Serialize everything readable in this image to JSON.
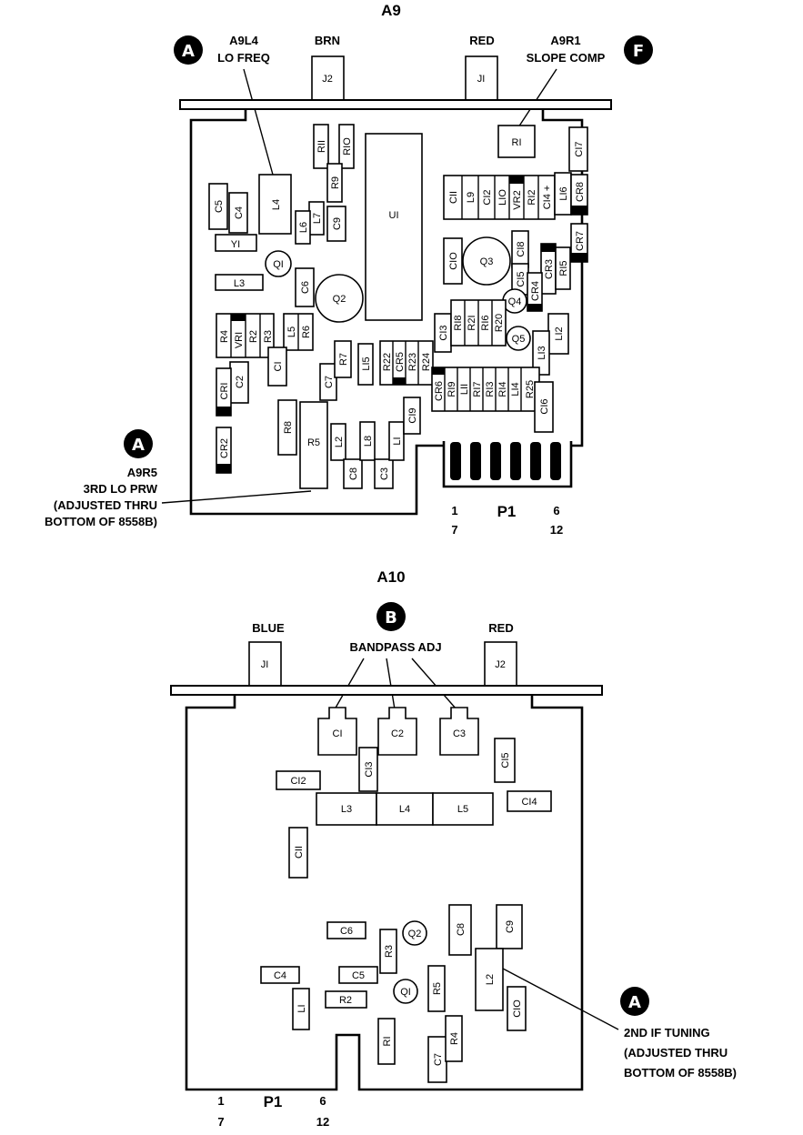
{
  "a9": {
    "title": "A9",
    "callouts": {
      "lo_freq": {
        "badge": "A",
        "line1": "A9L4",
        "line2": "LO FREQ"
      },
      "slope": {
        "badge": "F",
        "line1": "A9R1",
        "line2": "SLOPE COMP"
      },
      "prw": {
        "badge": "A",
        "line1": "A9R5",
        "line2": "3RD LO PRW",
        "line3": "(ADJUSTED THRU",
        "line4": "BOTTOM OF 8558B)"
      }
    },
    "cables": {
      "j2": "BRN",
      "j1": "RED"
    },
    "connectors": {
      "j2": "J2",
      "j1": "JI"
    },
    "components": {
      "R11": "RII",
      "R10": "RIO",
      "R9": "R9",
      "C9": "C9",
      "L7": "L7",
      "L6": "L6",
      "U1": "UI",
      "L4": "L4",
      "C5": "C5",
      "C4": "C4",
      "Y1": "YI",
      "Q1": "QI",
      "L3": "L3",
      "C6": "C6",
      "Q2": "Q2",
      "R1": "RI",
      "C17": "CI7",
      "C11": "CII",
      "L9": "L9",
      "C12": "CI2",
      "L10": "LIO",
      "VR2": "VR2",
      "R12": "RI2",
      "C14": "CI4 +",
      "L16": "LI6",
      "CR8": "CR8",
      "C10": "CIO",
      "Q3": "Q3",
      "C18": "CI8",
      "C15": "CI5",
      "CR3": "CR3",
      "R15": "RI5",
      "CR7": "CR7",
      "CR4": "CR4",
      "Q4": "Q4",
      "R4": "R4",
      "VR1": "VRI",
      "R2": "R2",
      "R3": "R3",
      "L5": "L5",
      "R6": "R6",
      "C1": "CI",
      "C2": "C2",
      "CR1": "CRI",
      "C7": "C7",
      "R7": "R7",
      "L15": "LI5",
      "R22": "R22",
      "CR5": "CR5",
      "R23": "R23",
      "R24": "R24",
      "C13": "CI3",
      "R18": "RI8",
      "R21": "R2I",
      "R16": "RI6",
      "R20": "R20",
      "Q5": "Q5",
      "L12": "LI2",
      "L13": "LI3",
      "CR6": "CR6",
      "R19": "RI9",
      "L11": "LII",
      "R17": "RI7",
      "R13": "RI3",
      "R14": "RI4",
      "L14": "LI4",
      "R25": "R25",
      "C16": "CI6",
      "R8": "R8",
      "R5": "R5",
      "L2": "L2",
      "L8": "L8",
      "L1": "LI",
      "C19": "CI9",
      "C8": "C8",
      "C3": "C3",
      "CR2": "CR2"
    },
    "edge": {
      "name": "P1",
      "pin_tl": "1",
      "pin_bl": "7",
      "pin_tr": "6",
      "pin_br": "12"
    }
  },
  "a10": {
    "title": "A10",
    "callouts": {
      "bandpass": {
        "badge": "B",
        "line1": "BANDPASS ADJ"
      },
      "if_tuning": {
        "badge": "A",
        "line1": "2ND IF TUNING",
        "line2": "(ADJUSTED THRU",
        "line3": "BOTTOM OF 8558B)"
      }
    },
    "cables": {
      "j1": "BLUE",
      "j2": "RED"
    },
    "connectors": {
      "j1": "JI",
      "j2": "J2"
    },
    "components": {
      "C1": "CI",
      "C2": "C2",
      "C3": "C3",
      "C13": "CI3",
      "C15": "CI5",
      "C12": "CI2",
      "L3": "L3",
      "L4": "L4",
      "L5": "L5",
      "C14": "CI4",
      "C11": "CII",
      "C6": "C6",
      "Q2": "Q2",
      "C8": "C8",
      "C9": "C9",
      "R3": "R3",
      "C4": "C4",
      "C5": "C5",
      "Q1": "QI",
      "R5": "R5",
      "L2": "L2",
      "L1": "LI",
      "R2": "R2",
      "C10": "CIO",
      "R1": "RI",
      "C7": "C7",
      "R4": "R4"
    },
    "edge": {
      "name": "P1",
      "pin_tl": "1",
      "pin_bl": "7",
      "pin_tr": "6",
      "pin_br": "12"
    }
  }
}
